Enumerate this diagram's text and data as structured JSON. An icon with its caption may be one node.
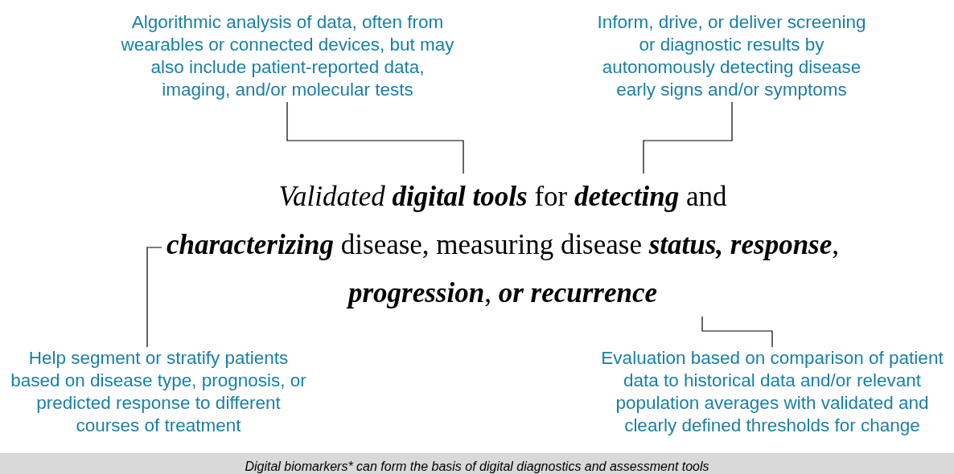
{
  "diagram": {
    "caption": "Digital biomarkers* can form the basis of digital diagnostics and assessment tools",
    "nodes": [
      {
        "text": [
          "*Validated* **digital tools** for **detecting** and **characterizing** disease, measuring disease **status, response**, **progression**, **or recurrence**"
        ]
      },
      {
        "text": [
          "Algorithmic analysis of data, often from wearables or connected devices, but may also include patient-reported data, imaging, and/or molecular tests"
        ]
      },
      {
        "text": [
          "Inform, drive, or deliver screening or diagnostic results by autonomously detecting disease early signs and/or symptoms"
        ]
      },
      {
        "text": [
          "Help segment or stratify patients based on disease type, prognosis, or predicted response to different courses of treatment"
        ]
      },
      {
        "text": [
          "Evaluation based on comparison of patient data to historical data and/or relevant population averages with validated and clearly defined thresholds for change"
        ]
      }
    ],
    "edges": [
      {
        "from": 1,
        "to": 0,
        "arrow": "none"
      },
      {
        "from": 2,
        "to": 0,
        "arrow": "none"
      },
      {
        "from": 3,
        "to": 0,
        "arrow": "none"
      },
      {
        "from": 4,
        "to": 0,
        "arrow": "none"
      }
    ]
  }
}
